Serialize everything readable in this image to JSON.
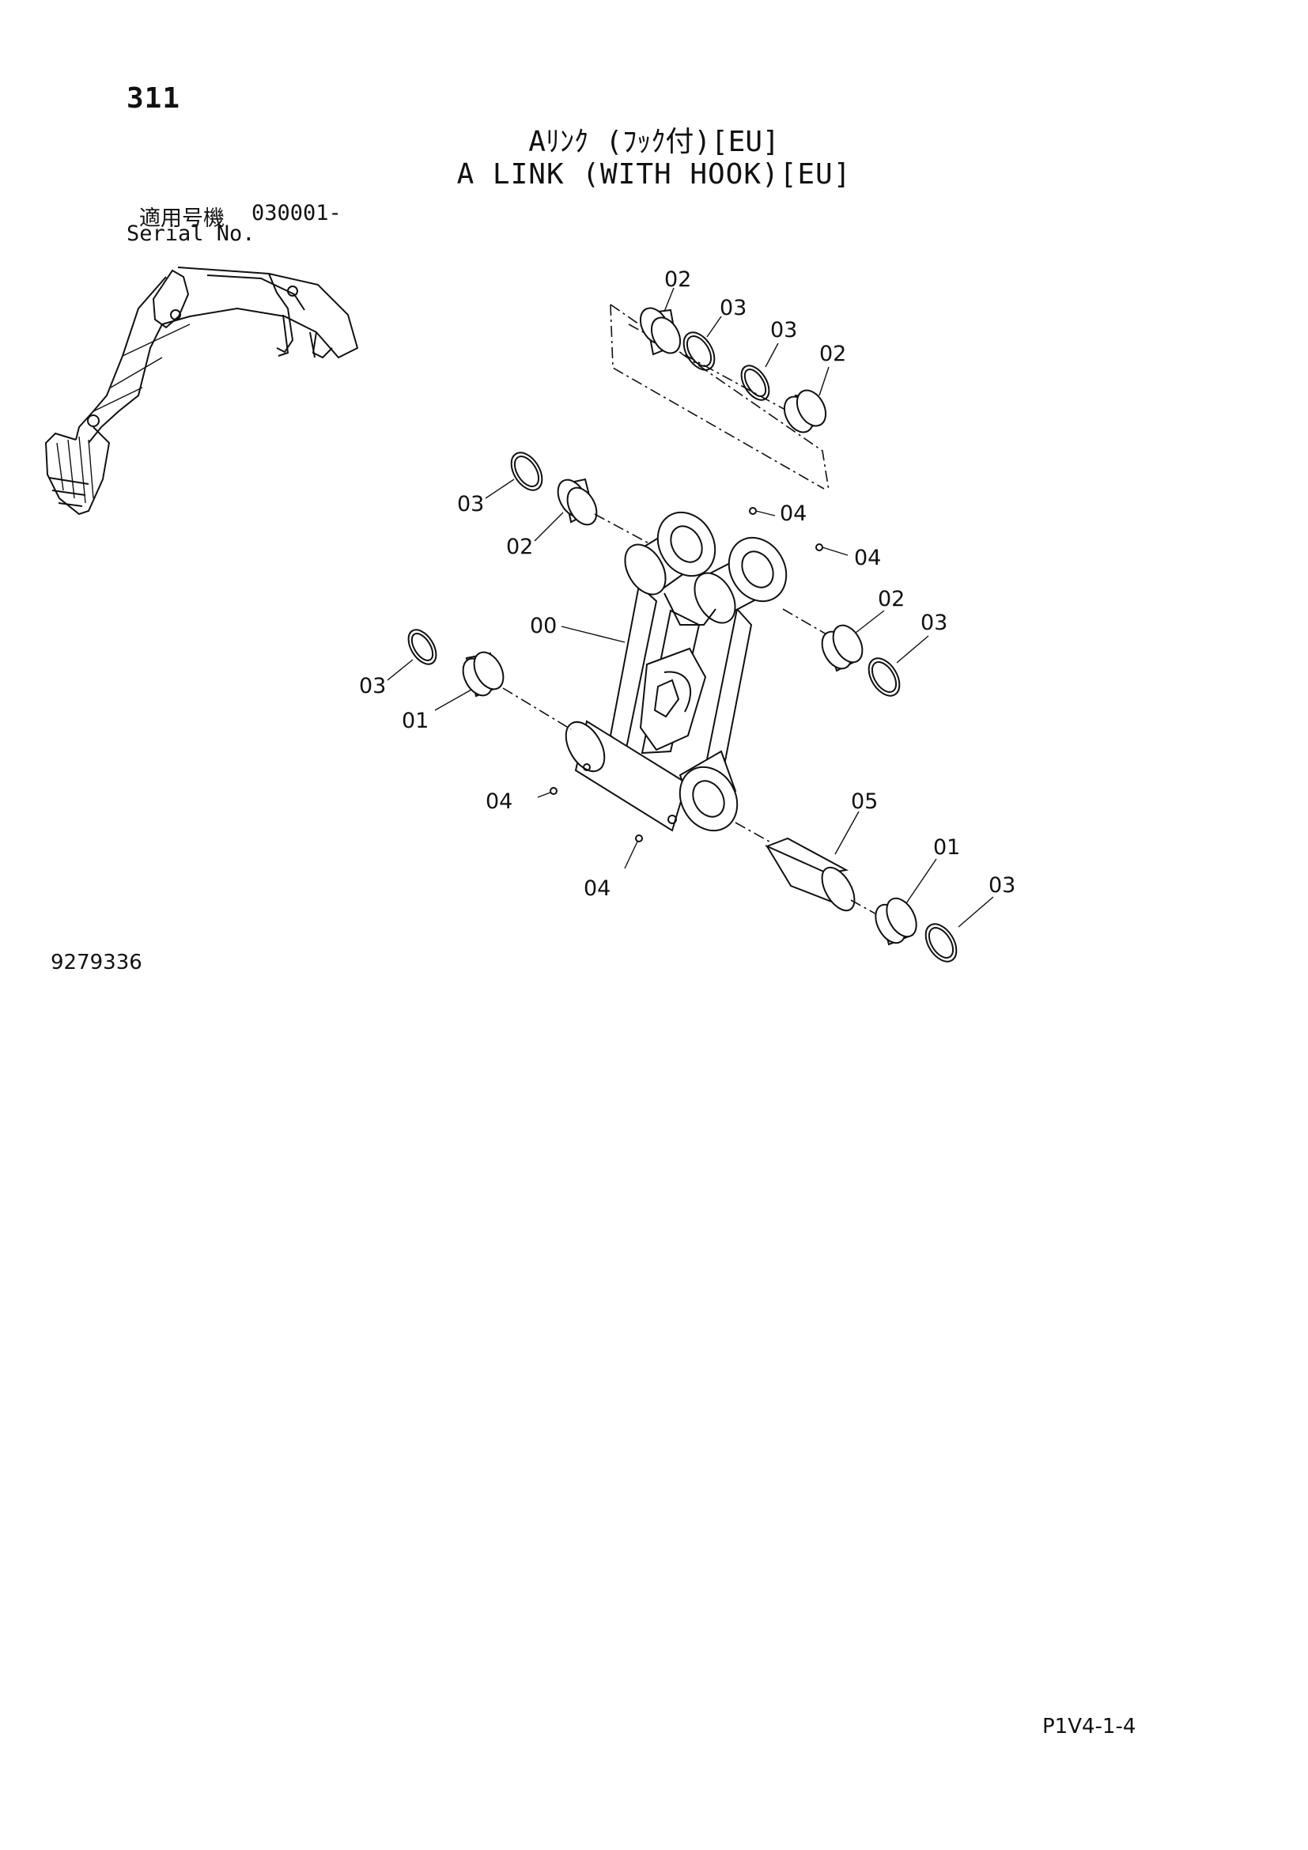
{
  "header": {
    "page_number": "311",
    "title_jp": "Aﾘﾝｸ (ﾌｯｸ付)[EU]",
    "title_en": "A LINK (WITH HOOK)[EU]",
    "serial_label_jp": "適用号機",
    "serial_value": "030001-",
    "serial_label_en": "Serial No."
  },
  "callouts": {
    "c1": "02",
    "c2": "03",
    "c3": "03",
    "c4": "02",
    "c5": "03",
    "c6": "02",
    "c7": "04",
    "c8": "04",
    "c9": "00",
    "c10": "02",
    "c11": "03",
    "c12": "03",
    "c13": "01",
    "c14": "04",
    "c15": "04",
    "c16": "05",
    "c17": "01",
    "c18": "03"
  },
  "footer": {
    "drawing_number": "9279336",
    "code": "P1V4-1-4"
  }
}
